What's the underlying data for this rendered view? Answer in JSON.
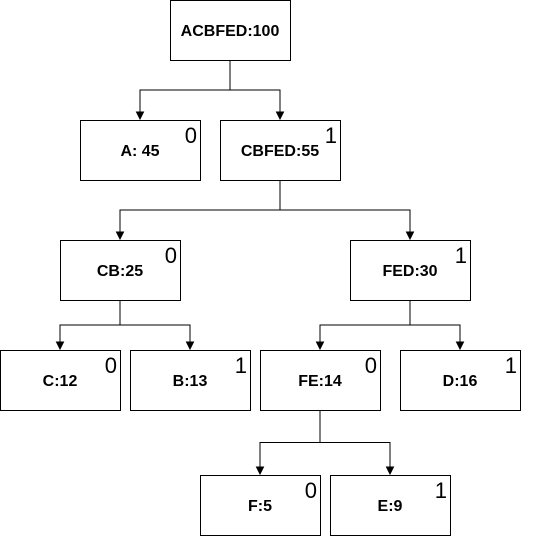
{
  "nodes": {
    "root": {
      "label": "ACBFED:100",
      "bit": ""
    },
    "a": {
      "label": "A: 45",
      "bit": "0"
    },
    "cbfed": {
      "label": "CBFED:55",
      "bit": "1"
    },
    "cb": {
      "label": "CB:25",
      "bit": "0"
    },
    "fed": {
      "label": "FED:30",
      "bit": "1"
    },
    "c": {
      "label": "C:12",
      "bit": "0"
    },
    "b": {
      "label": "B:13",
      "bit": "1"
    },
    "fe": {
      "label": "FE:14",
      "bit": "0"
    },
    "d": {
      "label": "D:16",
      "bit": "1"
    },
    "f": {
      "label": "F:5",
      "bit": "0"
    },
    "e": {
      "label": "E:9",
      "bit": "1"
    }
  },
  "edges": [
    {
      "from": "root",
      "to": "a"
    },
    {
      "from": "root",
      "to": "cbfed"
    },
    {
      "from": "cbfed",
      "to": "cb"
    },
    {
      "from": "cbfed",
      "to": "fed"
    },
    {
      "from": "cb",
      "to": "c"
    },
    {
      "from": "cb",
      "to": "b"
    },
    {
      "from": "fed",
      "to": "fe"
    },
    {
      "from": "fed",
      "to": "d"
    },
    {
      "from": "fe",
      "to": "f"
    },
    {
      "from": "fe",
      "to": "e"
    }
  ]
}
